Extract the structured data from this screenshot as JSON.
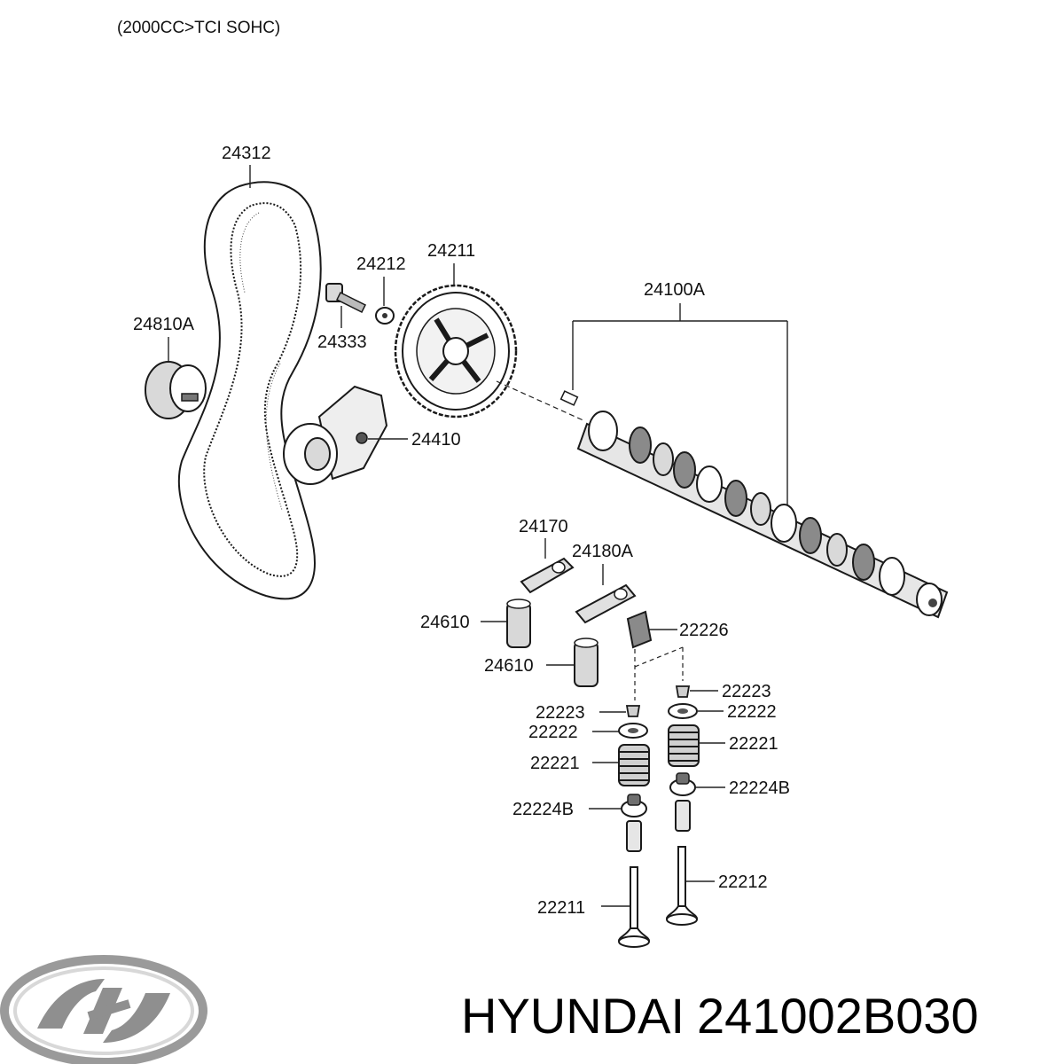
{
  "header": {
    "engine_note": "(2000CC>TCI SOHC)"
  },
  "parts": {
    "timing_belt": "24312",
    "bolt_washer": "24212",
    "cam_sprocket": "24211",
    "idler": "24810A",
    "bolt": "24333",
    "camshaft": "24100A",
    "tensioner": "24410",
    "rocker_arm_a": "24170",
    "rocker_arm_b": "24180A",
    "lash_adjuster_1": "24610",
    "lash_adjuster_2": "24610",
    "valve_bridge": "22226",
    "retainer_key_right": "22223",
    "retainer_key_left": "22223",
    "retainer_right": "22222",
    "retainer_left": "22222",
    "spring_right": "22221",
    "spring_left": "22221",
    "seal_right": "22224B",
    "seal_left": "22224B",
    "exhaust_valve": "22212",
    "intake_valve": "22211"
  },
  "brand": {
    "name": "HYUNDAI",
    "part_number": "241002B030"
  }
}
